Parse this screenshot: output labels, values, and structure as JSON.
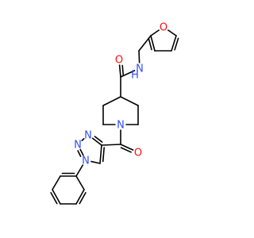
{
  "colors": {
    "background": "#ffffff",
    "bond": "#000000",
    "oxygen": "#ff0d0d",
    "nitrogen": "#3050f8"
  },
  "molecule": {
    "atom_labels": {
      "furan_o": "O",
      "amide_n": "N",
      "amide_h": "H",
      "amide_o": "O",
      "pip_n": "N",
      "ketone_o": "O",
      "tri_n3": "N",
      "tri_n2": "N",
      "tri_n1": "N"
    }
  }
}
